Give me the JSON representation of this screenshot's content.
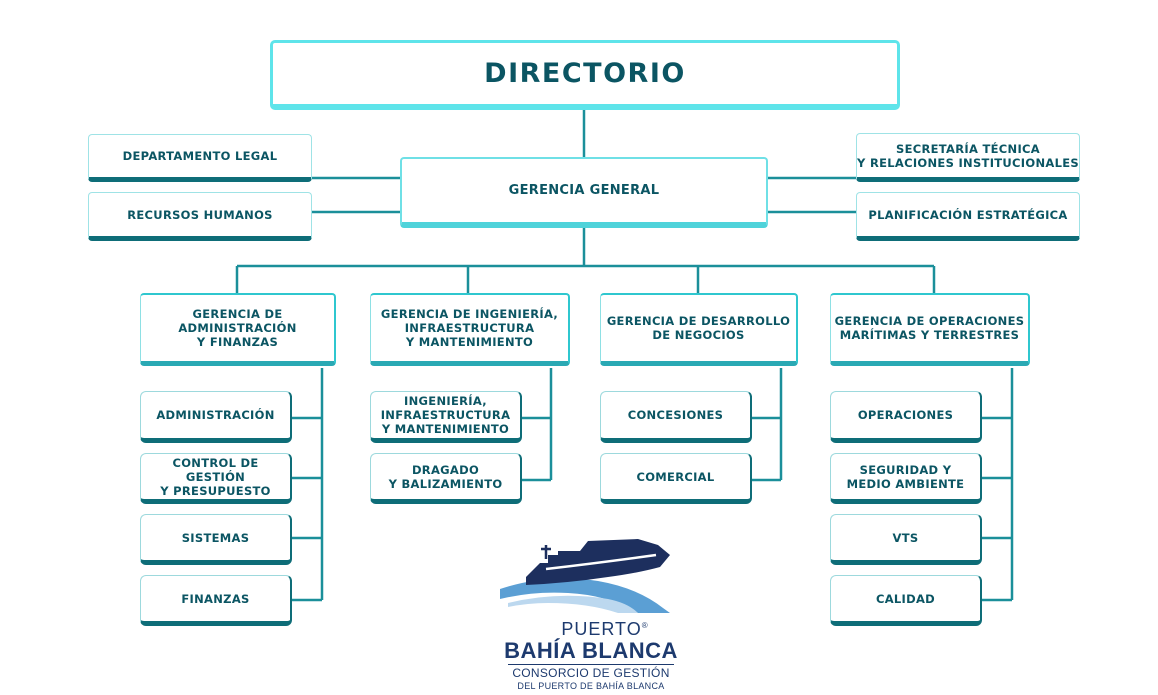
{
  "board": {
    "label": "DIRECTORIO"
  },
  "general_management": {
    "label": "GERENCIA GENERAL"
  },
  "staff_left": [
    {
      "label": "DEPARTAMENTO LEGAL"
    },
    {
      "label": "RECURSOS HUMANOS"
    }
  ],
  "staff_right": [
    {
      "label": "SECRETARÍA TÉCNICA\nY RELACIONES INSTITUCIONALES"
    },
    {
      "label": "PLANIFICACIÓN ESTRATÉGICA"
    }
  ],
  "managements": [
    {
      "label": "GERENCIA DE\nADMINISTRACIÓN\nY FINANZAS",
      "units": [
        "ADMINISTRACIÓN",
        "CONTROL DE GESTIÓN\nY PRESUPUESTO",
        "SISTEMAS",
        "FINANZAS"
      ]
    },
    {
      "label": "GERENCIA DE INGENIERÍA,\nINFRAESTRUCTURA\nY MANTENIMIENTO",
      "units": [
        "INGENIERÍA,\nINFRAESTRUCTURA\nY MANTENIMIENTO",
        "DRAGADO\nY BALIZAMIENTO"
      ]
    },
    {
      "label": "GERENCIA DE DESARROLLO\nDE NEGOCIOS",
      "units": [
        "CONCESIONES",
        "COMERCIAL"
      ]
    },
    {
      "label": "GERENCIA DE OPERACIONES\nMARÍTIMAS Y TERRESTRES",
      "units": [
        "OPERACIONES",
        "SEGURIDAD Y\nMEDIO AMBIENTE",
        "VTS",
        "CALIDAD"
      ]
    }
  ],
  "logo": {
    "brand_small": "PUERTO",
    "registered": "®",
    "brand_big": "BAHÍA BLANCA",
    "line1": "CONSORCIO DE GESTIÓN",
    "line2": "DEL PUERTO DE BAHÍA BLANCA"
  },
  "colors": {
    "text": "#0b5563",
    "dark_teal": "#0e6d78",
    "cyan": "#5ee4ea",
    "line": "#1b8f9a",
    "logo_navy": "#1d3a6e",
    "logo_sky": "#5b9fd4"
  }
}
